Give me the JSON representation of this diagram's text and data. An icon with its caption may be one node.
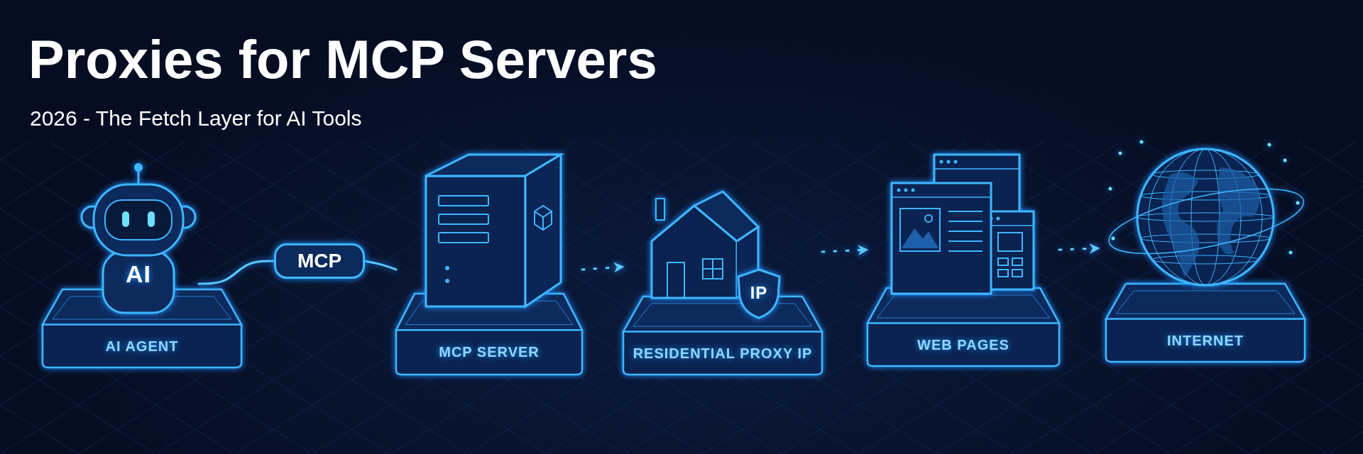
{
  "diagram": {
    "title": "Proxies for MCP Servers",
    "nodes": [
      {
        "text": [
          "AI AGENT"
        ]
      },
      {
        "text": [
          "AI"
        ]
      },
      {
        "text": [
          "MCP"
        ]
      },
      {
        "text": [
          "MCP SERVER"
        ]
      },
      {
        "text": [
          "RESIDENTIAL PROXY IP"
        ]
      },
      {
        "text": [
          "IP"
        ],
        "in": 4
      },
      {
        "text": [
          "WEB PAGES"
        ]
      },
      {
        "text": [
          "INTERNET"
        ]
      }
    ],
    "edges": [
      {
        "from": 1,
        "to": 2,
        "arrow": "none"
      },
      {
        "from": 2,
        "to": 3,
        "arrow": "none"
      },
      {
        "from": 3,
        "to": 4,
        "arrow": "to",
        "style": "dashed"
      },
      {
        "from": 4,
        "to": 6,
        "arrow": "to",
        "style": "dashed"
      },
      {
        "from": 6,
        "to": 7,
        "arrow": "to",
        "style": "dashed"
      }
    ],
    "labels": [
      "2026 - The Fetch Layer for AI Tools"
    ]
  }
}
